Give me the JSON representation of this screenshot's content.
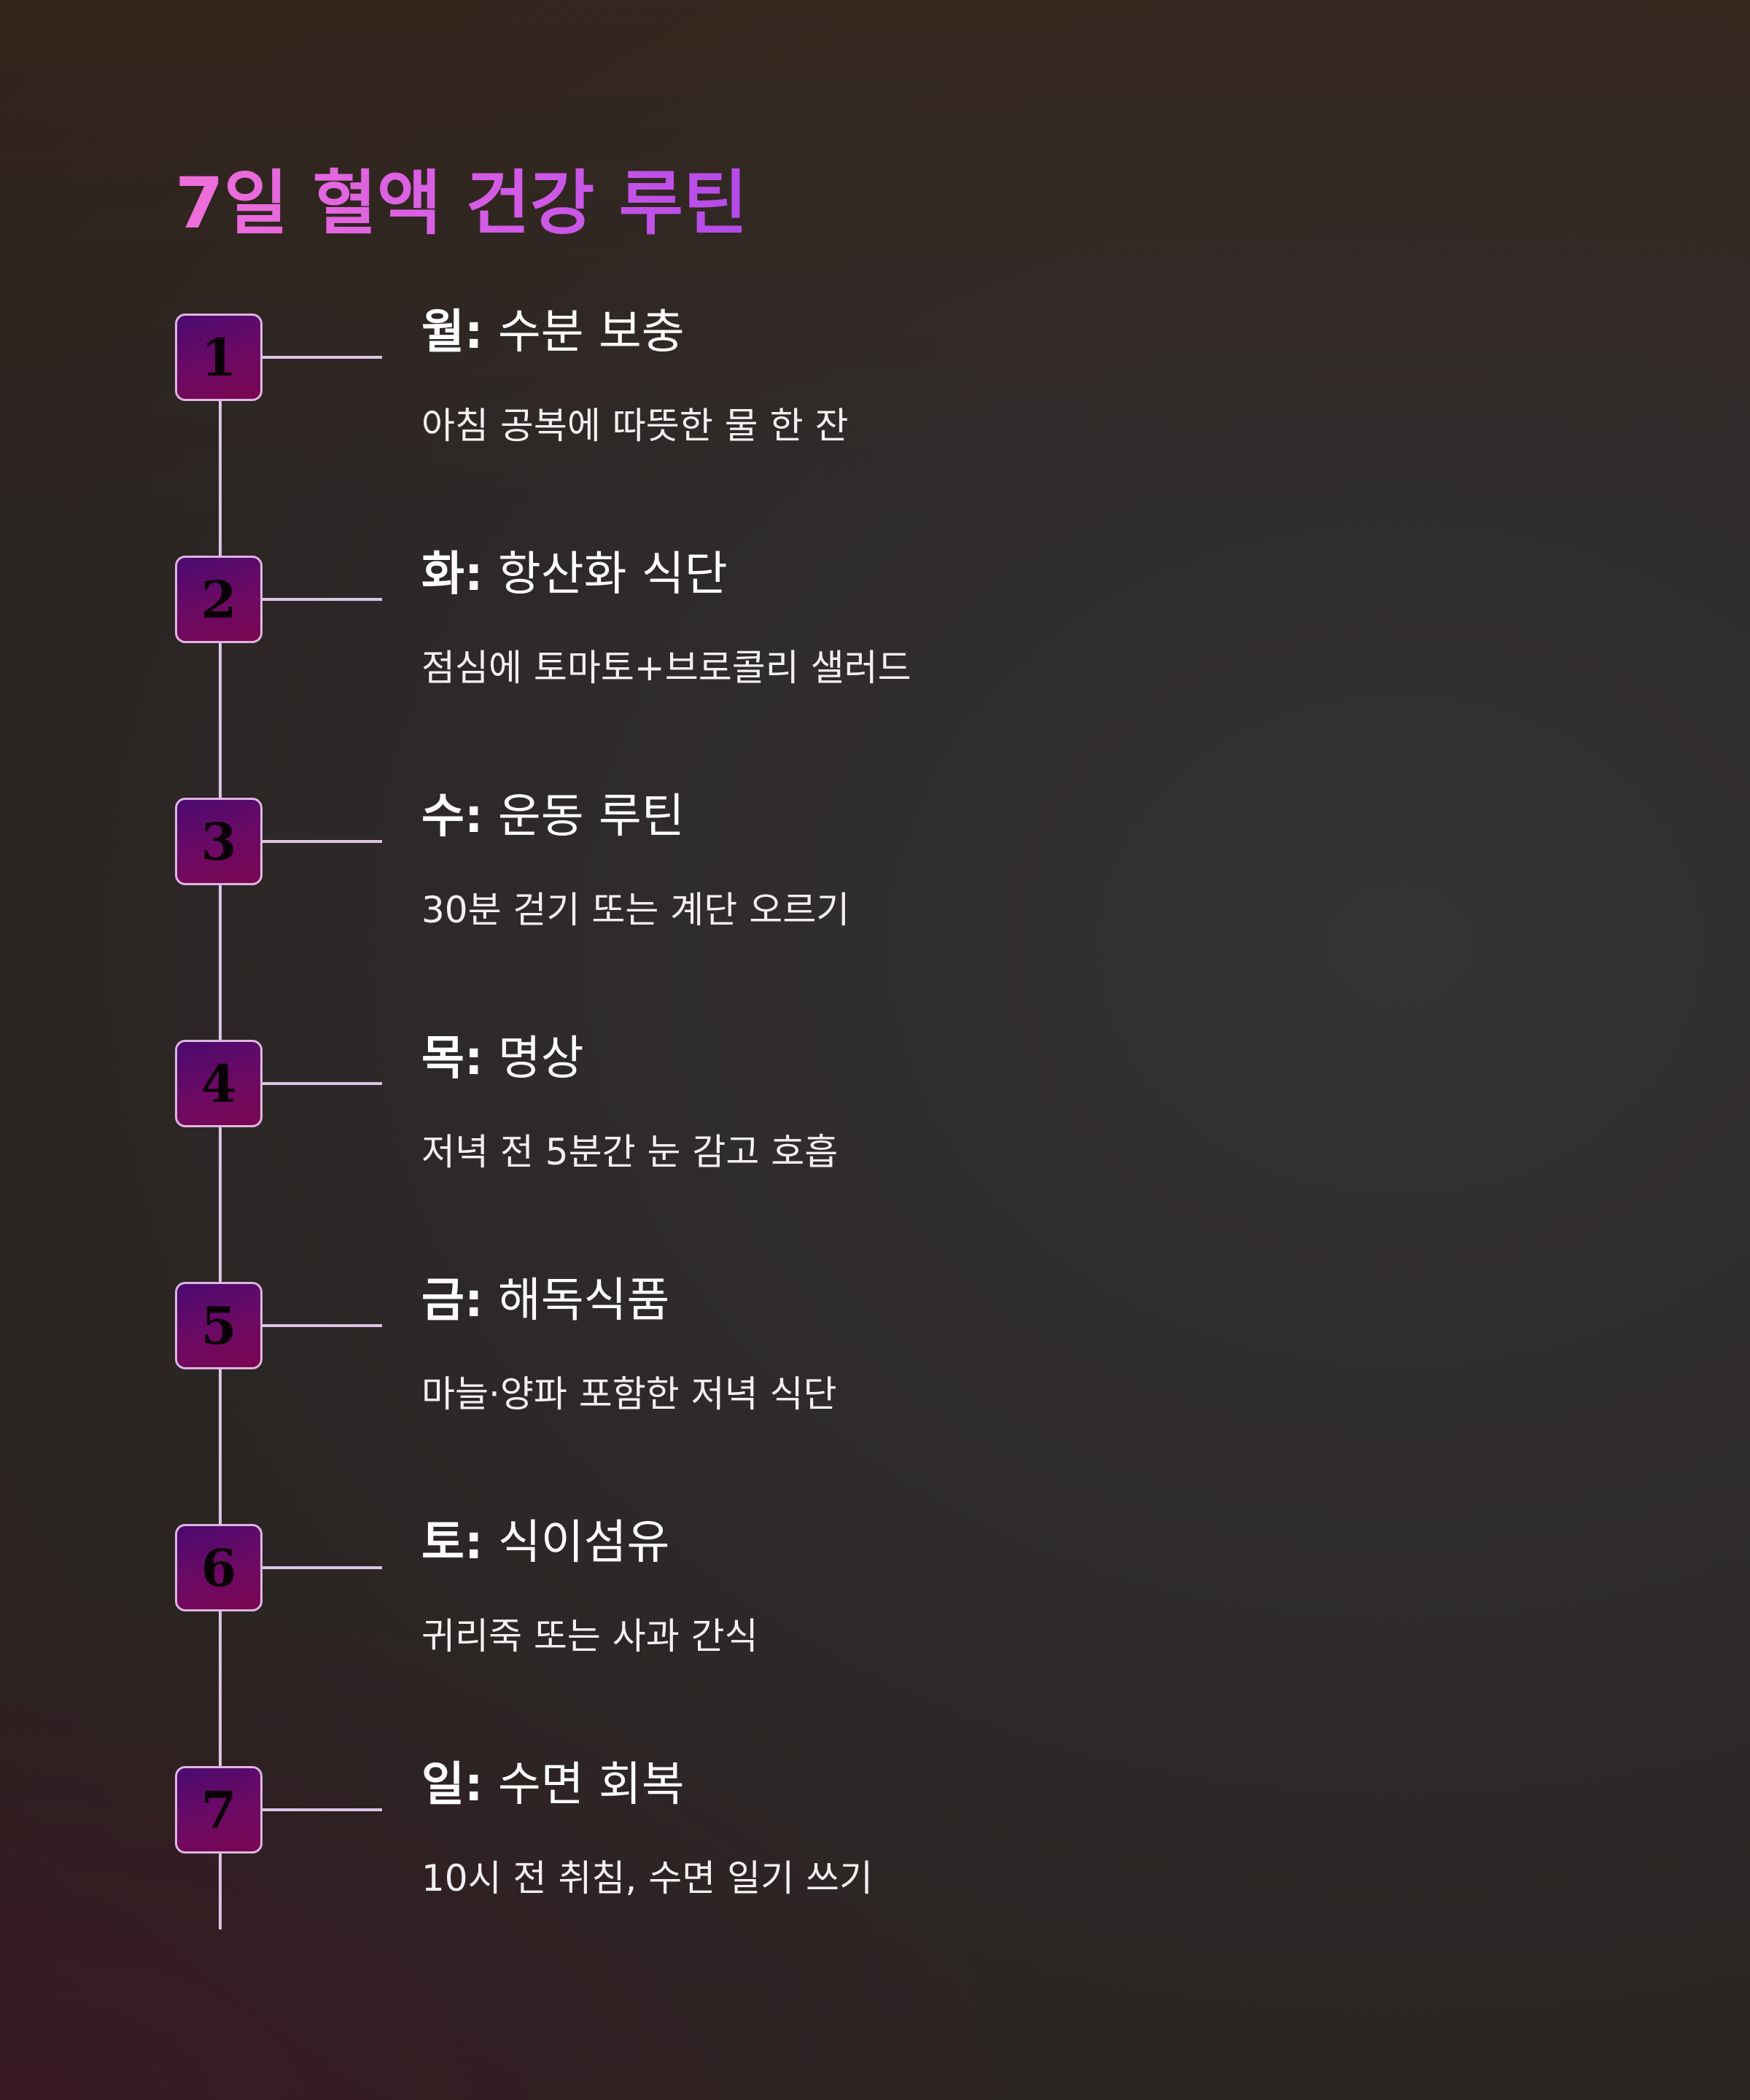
{
  "title": "7일 혈액 건강 루틴",
  "steps": [
    {
      "number": "1",
      "day": "월:",
      "title": "수분 보충",
      "desc": "아침 공복에 따뜻한 물 한 잔"
    },
    {
      "number": "2",
      "day": "화:",
      "title": "항산화 식단",
      "desc": "점심에 토마토+브로콜리 샐러드"
    },
    {
      "number": "3",
      "day": "수:",
      "title": "운동 루틴",
      "desc": "30분 걷기 또는 계단 오르기"
    },
    {
      "number": "4",
      "day": "목:",
      "title": "명상",
      "desc": "저녁 전 5분간 눈 감고 호흡"
    },
    {
      "number": "5",
      "day": "금:",
      "title": "해독식품",
      "desc": "마늘·양파 포함한 저녁 식단"
    },
    {
      "number": "6",
      "day": "토:",
      "title": "식이섬유",
      "desc": "귀리죽 또는 사과 간식"
    },
    {
      "number": "7",
      "day": "일:",
      "title": "수면 회복",
      "desc": "10시 전 취침, 수면 일기 쓰기"
    }
  ],
  "colors": {
    "title_gradient_start": "#f06fd8",
    "title_gradient_end": "#b34ae8",
    "box_gradient_start": "#4a0a70",
    "box_gradient_end": "#7a0650",
    "line": "#dcc4e6"
  }
}
